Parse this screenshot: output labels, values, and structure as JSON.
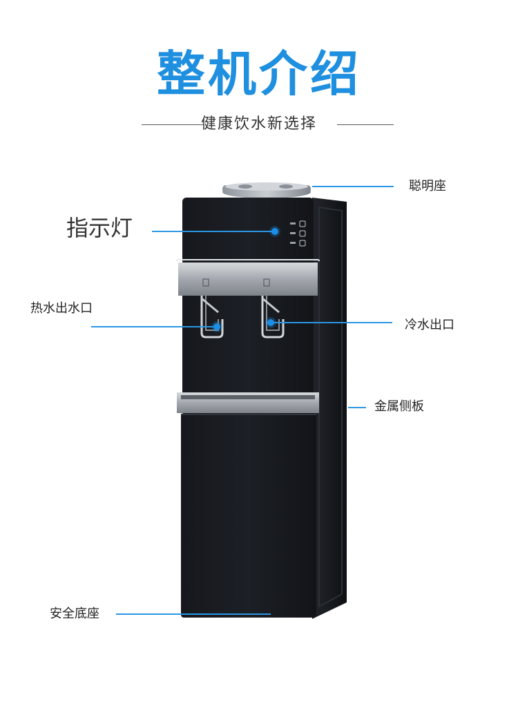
{
  "header": {
    "title": "整机介绍",
    "subtitle": "健康饮水新选择"
  },
  "callouts": {
    "smart_seat": "聪明座",
    "indicator_light": "指示灯",
    "hot_water_outlet": "热水出水口",
    "cold_water_outlet": "冷水出口",
    "metal_side_panel": "金属侧板",
    "safety_base": "安全底座"
  },
  "colors": {
    "accent": "#1f8fe0",
    "machine_body": "#15171c",
    "silver_panel": "#a9adb3"
  }
}
